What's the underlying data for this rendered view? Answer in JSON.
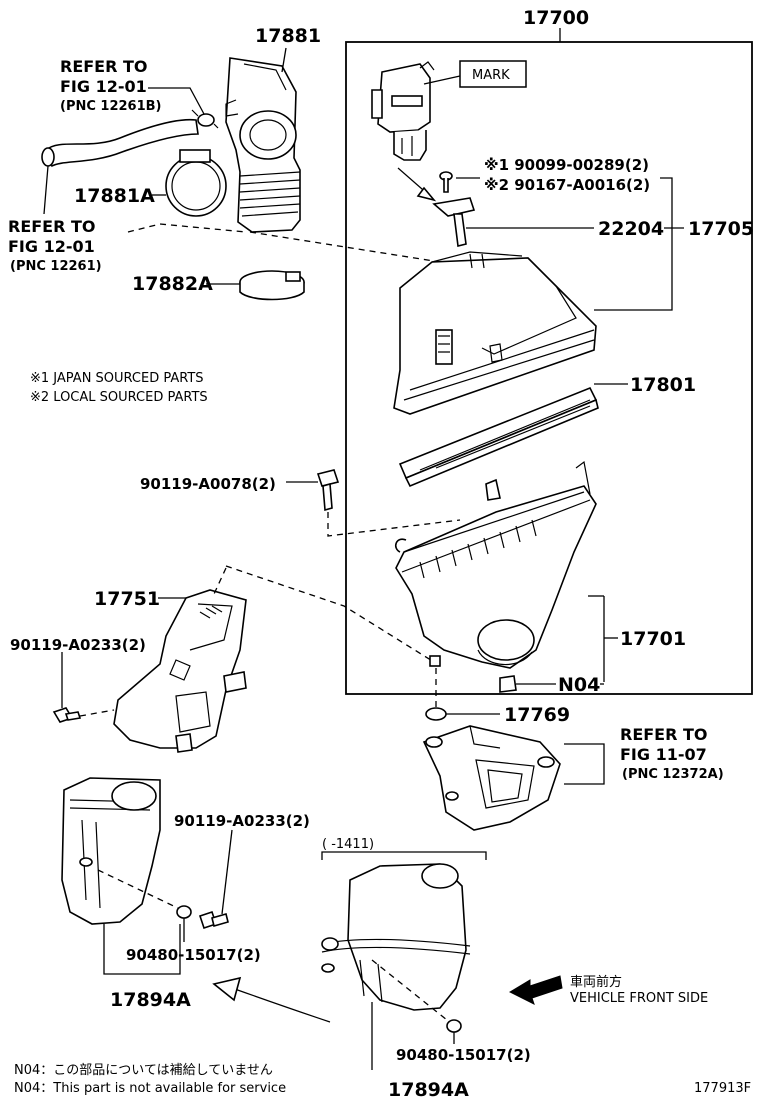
{
  "labels": {
    "p17700": "17700",
    "p17881": "17881",
    "p17881a": "17881A",
    "p17882a": "17882A",
    "p22204": "22204",
    "p17705": "17705",
    "p17801": "17801",
    "p17751": "17751",
    "p17701": "17701",
    "n04": "N04",
    "p17769": "17769",
    "p17894a_left": "17894A",
    "p17894a_bottom": "17894A",
    "bolt_90119_a0078": "90119-A0078(2)",
    "bolt_90119_a0233_left": "90119-A0233(2)",
    "bolt_90119_a0233_right": "90119-A0233(2)",
    "clip_90480_left": "90480-15017(2)",
    "clip_90480_bottom": "90480-15017(2)",
    "screw_j": "※1 90099-00289(2)",
    "screw_l": "※2 90167-A0016(2)",
    "mark": "MARK",
    "refer_to": "REFER TO",
    "fig_12_01": "FIG 12-01",
    "pnc_12261b": "(PNC 12261B)",
    "pnc_12261": "(PNC 12261)",
    "fig_11_07": "FIG 11-07",
    "pnc_12372a": "(PNC 12372A)",
    "japan_sourced": "※1 JAPAN SOURCED PARTS",
    "local_sourced": "※2 LOCAL SOURCED PARTS",
    "production_range": "(     -1411)",
    "vehicle_front_jp": "車両前方",
    "vehicle_front_en": "VEHICLE FRONT SIDE",
    "n04_note_jp": "N04：この部品については補給していません",
    "n04_note_en": "N04：This part is not available for service",
    "illustration_id": "177913F"
  }
}
